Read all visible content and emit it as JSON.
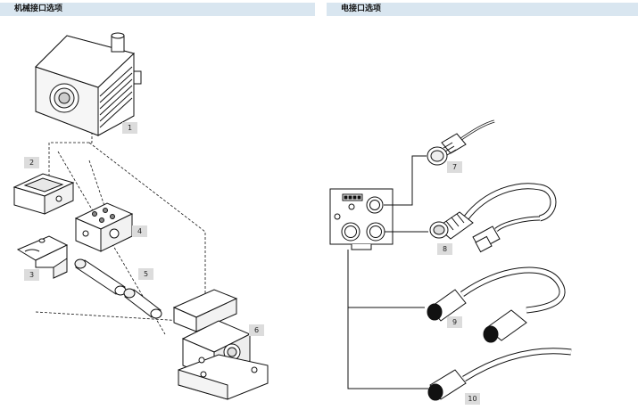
{
  "headers": {
    "mechanical": "机械接口选项",
    "electrical": "电接口选项"
  },
  "callouts": [
    "1",
    "2",
    "3",
    "4",
    "5",
    "6",
    "7",
    "8",
    "9",
    "10"
  ]
}
